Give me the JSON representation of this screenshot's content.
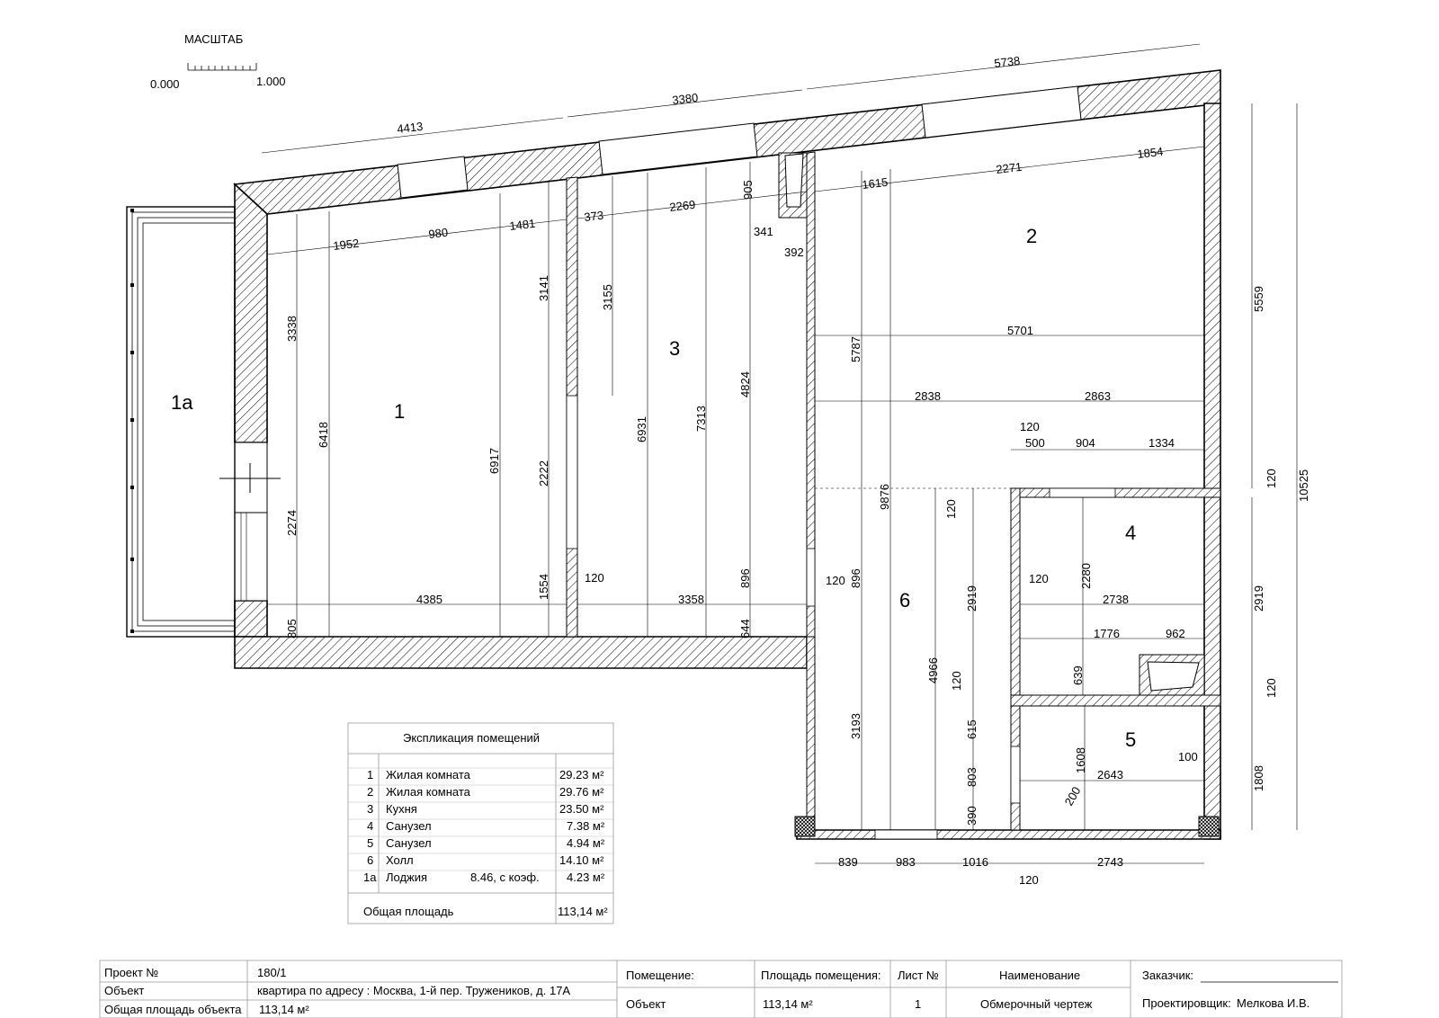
{
  "scale": {
    "title": "МАСШТАБ",
    "min": "0.000",
    "max": "1.000"
  },
  "rooms": [
    {
      "id": "1",
      "label": "1"
    },
    {
      "id": "1a",
      "label": "1а"
    },
    {
      "id": "2",
      "label": "2"
    },
    {
      "id": "3",
      "label": "3"
    },
    {
      "id": "4",
      "label": "4"
    },
    {
      "id": "5",
      "label": "5"
    },
    {
      "id": "6",
      "label": "6"
    }
  ],
  "dimensions": {
    "top": [
      "4413",
      "3380",
      "5738"
    ],
    "inner_top": [
      "1952",
      "980",
      "1481",
      "373",
      "2269",
      "905",
      "341",
      "392",
      "1615",
      "2271",
      "1854"
    ],
    "room1": [
      "3338",
      "6418",
      "2274",
      "805",
      "6917",
      "3141",
      "2222",
      "1554",
      "4385",
      "120"
    ],
    "room3": [
      "3155",
      "6931",
      "7313",
      "4824",
      "896",
      "644",
      "3358",
      "120",
      "896"
    ],
    "room2": [
      "5787",
      "5701",
      "2838",
      "2863",
      "9876",
      "5559",
      "10525"
    ],
    "bath": [
      "120",
      "500",
      "904",
      "1334",
      "120",
      "120",
      "2280",
      "2738",
      "2919",
      "1776",
      "962",
      "639",
      "120",
      "120",
      "2919",
      "120",
      "1608",
      "2643",
      "100",
      "200",
      "1808",
      "4966",
      "615",
      "803",
      "390",
      "3193"
    ],
    "bottom": [
      "839",
      "983",
      "1016",
      "2743",
      "120"
    ]
  },
  "explication": {
    "title": "Экспликация помещений",
    "rows": [
      {
        "num": "1",
        "name": "Жилая комната",
        "note": "",
        "area": "29.23 м²"
      },
      {
        "num": "2",
        "name": "Жилая комната",
        "note": "",
        "area": "29.76 м²"
      },
      {
        "num": "3",
        "name": "Кухня",
        "note": "",
        "area": "23.50 м²"
      },
      {
        "num": "4",
        "name": "Санузел",
        "note": "",
        "area": "7.38 м²"
      },
      {
        "num": "5",
        "name": "Санузел",
        "note": "",
        "area": "4.94 м²"
      },
      {
        "num": "6",
        "name": "Холл",
        "note": "",
        "area": "14.10 м²"
      },
      {
        "num": "1а",
        "name": "Лоджия",
        "note": "8.46, с коэф.",
        "area": "4.23 м²"
      }
    ],
    "total_label": "Общая площадь",
    "total_value": "113,14 м²"
  },
  "title_block": {
    "project_label": "Проект №",
    "project_value": "180/1",
    "object_label": "Объект",
    "object_value": "квартира по адресу : Москва, 1-й пер. Тружеников, д. 17А",
    "total_label": "Общая площадь объекта",
    "total_value": "113,14 м²",
    "room_label": "Помещение:",
    "room_value": "Объект",
    "room_area_label": "Площадь помещения:",
    "room_area_value": "113,14 м²",
    "sheet_label": "Лист №",
    "sheet_value": "1",
    "name_label": "Наименование",
    "name_value": "Обмерочный чертеж",
    "customer_label": "Заказчик:",
    "designer_label": "Проектировщик:",
    "designer_value": "Мелкова И.В."
  }
}
